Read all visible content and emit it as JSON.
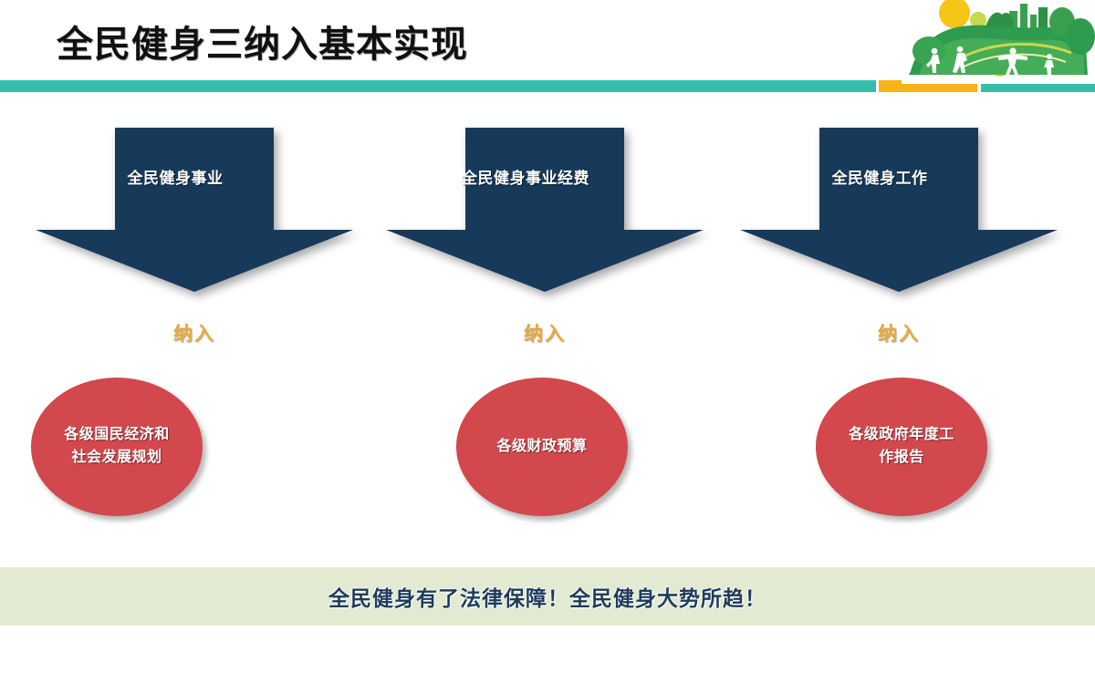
{
  "header": {
    "title": "全民健身三纳入基本实现",
    "logo_icon": "fitness-green-landscape-logo",
    "divider_colors": {
      "teal": "#35bdaa",
      "orange": "#f9b218"
    }
  },
  "colors": {
    "arrow_navy": "#183a5a",
    "ellipse_red": "#d2484c",
    "connector_gold": "#e8a93c",
    "banner_bg": "#e3ead2",
    "banner_text": "#1d3c5c",
    "title_text": "#111111"
  },
  "columns": [
    {
      "arrow_label": "全民健身事业",
      "connector_label": "纳入",
      "target_label": "各级国民经济和社会发展规划"
    },
    {
      "arrow_label": "全民健身事业经费",
      "connector_label": "纳入",
      "target_label": "各级财政预算"
    },
    {
      "arrow_label": "全民健身工作",
      "connector_label": "纳入",
      "target_label": "各级政府年度工作报告"
    }
  ],
  "banner": {
    "text": "全民健身有了法律保障！全民健身大势所趋！"
  }
}
